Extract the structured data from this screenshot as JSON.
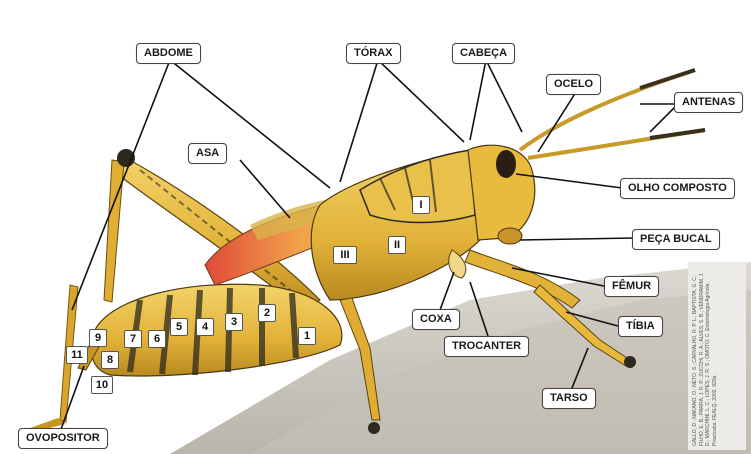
{
  "figure": {
    "labels": {
      "abdome": "ABDOME",
      "torax": "TÓRAX",
      "cabeca": "CABEÇA",
      "ocelo": "OCELO",
      "antenas": "ANTENAS",
      "asa": "ASA",
      "olho_composto": "OLHO COMPOSTO",
      "peca_bucal": "PEÇA BUCAL",
      "femur": "FÊMUR",
      "tibia": "TÍBIA",
      "coxa": "COXA",
      "trocanter": "TROCANTER",
      "tarso": "TARSO",
      "ovopositor": "OVOPOSITOR"
    },
    "thorax_segments": [
      "I",
      "II",
      "III"
    ],
    "abdominal_segments": [
      "1",
      "2",
      "3",
      "4",
      "5",
      "6",
      "7",
      "8",
      "9",
      "10",
      "11"
    ],
    "credit": "GALLO, D.; NAKANO, O.; NETO, S.; CARVALHO, R. P. L.; BAPTISTA, G. C.; FILHO, E. B.; PARRA, J. R. P.; ZUCCHI, R. A.; ALVES, S. B.; VENDRAMIM, J. D.; MARCHINI, L. C.; LOPES, J. R. S.; OMOTO, C. Entomologia Agrícola. Piracicaba: FEALQ, 2002. 920p."
  },
  "colors": {
    "body_yellow": "#e8b83a",
    "body_dark": "#2c2a1e",
    "wing_red": "#e25a4a",
    "ground": "#cfcbc2"
  }
}
